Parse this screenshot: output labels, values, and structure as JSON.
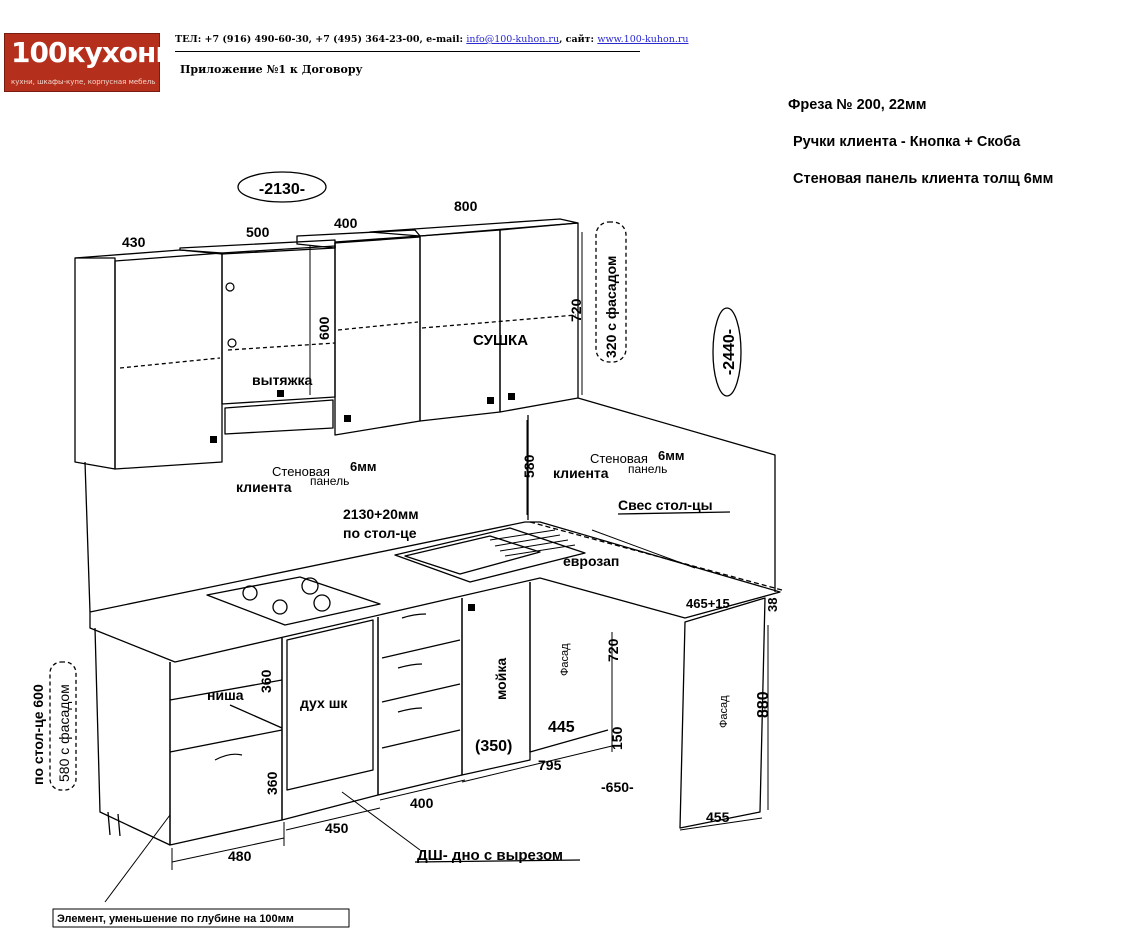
{
  "header": {
    "logo_text": "100кухонь",
    "logo_tagline": "кухни, шкафы-купе, корпусная мебель",
    "contacts_prefix": "ТЕЛ: +7 (916) 490-60-30, +7 (495) 364-23-00, e-mail:",
    "email": "info@100-kuhon.ru",
    "site_prefix": ", сайт:",
    "site": "www.100-kuhon.ru",
    "appendix": "Приложение №1 к Договору"
  },
  "notes": {
    "mill": "Фреза № 200, 22мм",
    "handles": "Ручки клиента - Кнопка + Скоба",
    "wall_panel": "Стеновая панель клиента толщ 6мм"
  },
  "dims": {
    "total_length": "-2130-",
    "total_height": "-2440-",
    "w430": "430",
    "w500": "500",
    "w400_top": "400",
    "w800": "800",
    "h720_top": "720",
    "h600": "600",
    "facade_320": "320 с фасадом",
    "h580": "580",
    "worktop_len": "2130+20мм",
    "worktop_len2": "по стол-це",
    "h360_a": "360",
    "h360_b": "360",
    "h720_base": "720",
    "h150": "150",
    "w445": "445",
    "w350": "(350)",
    "w795": "795",
    "w650": "-650-",
    "w400_base": "400",
    "w450": "450",
    "w480": "480",
    "overhang_w": "465+15",
    "h38": "38",
    "h880": "880",
    "w455": "455",
    "table_600": "по стол-це 600",
    "facade_580": "580 с фасадом"
  },
  "labels": {
    "hood": "вытяжка",
    "dryer": "СУШКА",
    "wall_panel_a_1": "Стеновая",
    "wall_panel_a_2": "6мм",
    "wall_panel_a_3": "панель",
    "wall_panel_a_4": "клиента",
    "wall_panel_b_1": "Стеновая",
    "wall_panel_b_2": "6мм",
    "wall_panel_b_3": "панель",
    "wall_panel_b_4": "клиента",
    "overhang": "Свес стол-цы",
    "eurozap": "еврозап",
    "niche": "ниша",
    "oven": "дух шк",
    "sink": "мойка",
    "facade_1": "Фасад",
    "facade_2": "Фасад",
    "dishwasher": "ДШ- дно с вырезом",
    "element_note": "Элемент, уменьшение по глубине на 100мм"
  }
}
